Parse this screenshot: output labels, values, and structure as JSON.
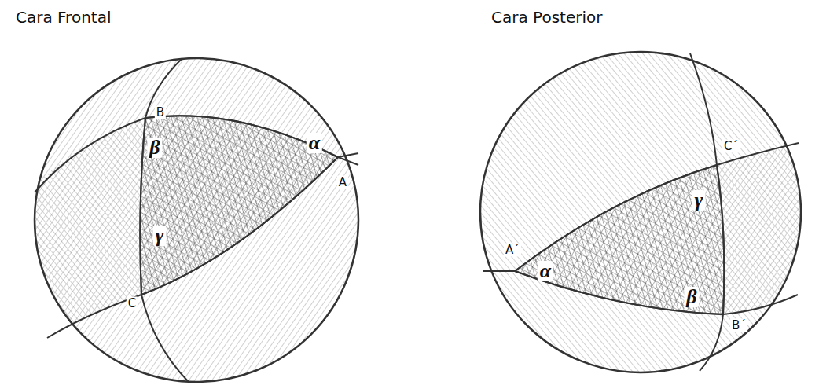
{
  "diagram": {
    "labels": [
      "Cara Frontal",
      "Cara Posterior",
      "B",
      "β",
      "α",
      "A",
      "γ",
      "C",
      "C´",
      "γ",
      "A´",
      "α",
      "β",
      "B´"
    ]
  }
}
